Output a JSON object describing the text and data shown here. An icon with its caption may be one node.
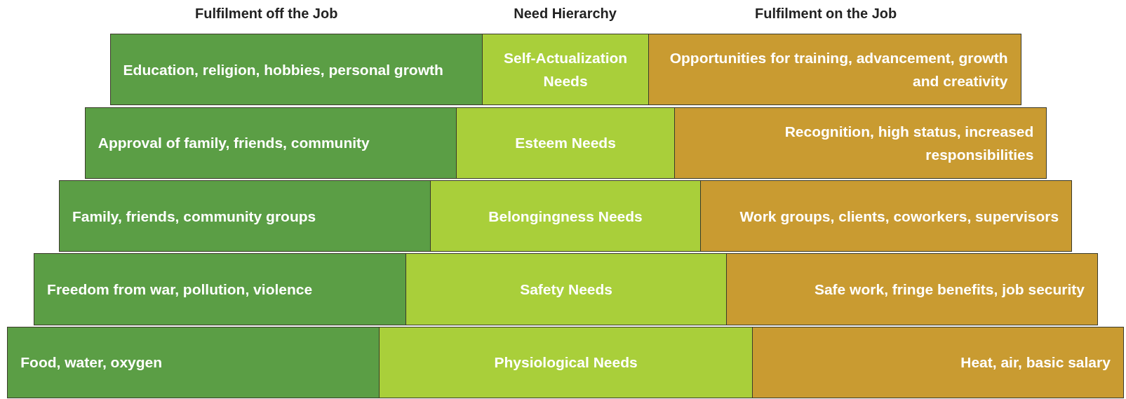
{
  "diagram": {
    "nodes": [
      {
        "text": [
          "Education, religion, hobbies, personal growth"
        ]
      },
      {
        "text": [
          "Self-Actualization Needs"
        ]
      },
      {
        "text": [
          "Opportunities for training, advancement, growth and creativity"
        ]
      },
      {
        "text": [
          "Approval of family, friends, community"
        ]
      },
      {
        "text": [
          "Esteem Needs"
        ]
      },
      {
        "text": [
          "Recognition, high status, increased responsibilities"
        ]
      },
      {
        "text": [
          "Family, friends, community groups"
        ]
      },
      {
        "text": [
          "Belongingness Needs"
        ]
      },
      {
        "text": [
          "Work groups, clients, coworkers, supervisors"
        ]
      },
      {
        "text": [
          "Freedom from war, pollution, violence"
        ]
      },
      {
        "text": [
          "Safety Needs"
        ]
      },
      {
        "text": [
          "Safe work, fringe benefits, job security"
        ]
      },
      {
        "text": [
          "Food, water, oxygen"
        ]
      },
      {
        "text": [
          "Physiological Needs"
        ]
      },
      {
        "text": [
          "Heat, air, basic salary"
        ]
      }
    ],
    "labels": [
      "Fulfilment off the Job",
      "Need Hierarchy",
      "Fulfilment on the Job"
    ]
  }
}
